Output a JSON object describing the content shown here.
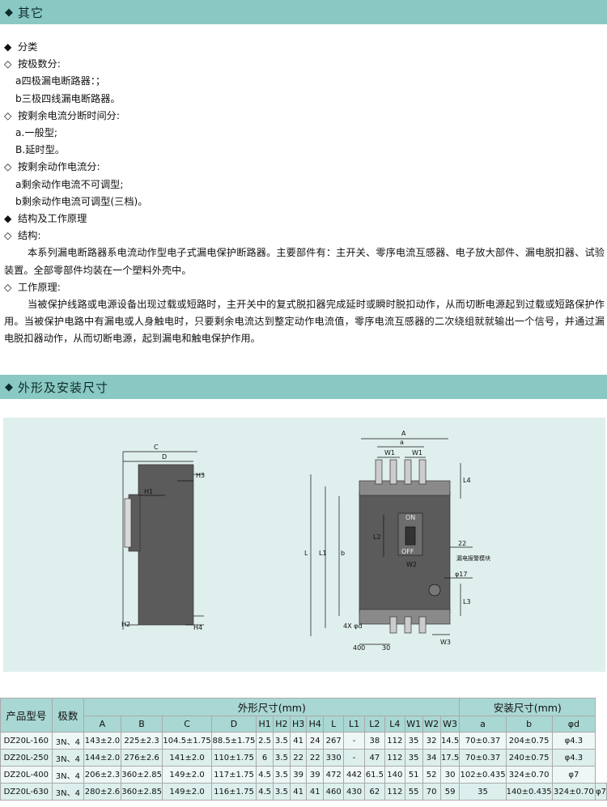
{
  "section1": {
    "title": "其它"
  },
  "lines": [
    {
      "mark": "◆",
      "text": "分类",
      "cls": ""
    },
    {
      "mark": "◇",
      "text": "按极数分:",
      "cls": ""
    },
    {
      "mark": "",
      "text": "a四极漏电断路器：；",
      "cls": "ind"
    },
    {
      "mark": "",
      "text": "b三极四线漏电断路器。",
      "cls": "ind"
    },
    {
      "mark": "◇",
      "text": "按剩余电流分断时间分:",
      "cls": ""
    },
    {
      "mark": "",
      "text": "a.一般型;",
      "cls": "ind"
    },
    {
      "mark": "",
      "text": "B.延时型。",
      "cls": "ind"
    },
    {
      "mark": "◇",
      "text": "按剩余动作电流分:",
      "cls": ""
    },
    {
      "mark": "",
      "text": "a剩余动作电流不可调型;",
      "cls": "ind"
    },
    {
      "mark": "",
      "text": "b剩余动作电流可调型(三档)。",
      "cls": "ind"
    },
    {
      "mark": "◆",
      "text": "结构及工作原理",
      "cls": ""
    },
    {
      "mark": "◇",
      "text": "结构:",
      "cls": ""
    }
  ],
  "para1": "本系列漏电断路器系电流动作型电子式漏电保护断路器。主要部件有：主开关、零序电流互感器、电子放大部件、漏电脱扣器、试验装置。全部零部件均装在一个塑料外壳中。",
  "line_principle": {
    "mark": "◇",
    "text": "工作原理:"
  },
  "para2": "当被保护线路或电源设备出现过载或短路时，主开关中的复式脱扣器完成延时或瞬时脱扣动作，从而切断电源起到过载或短路保护作用。当被保护电路中有漏电或人身触电时，只要剩余电流达到整定动作电流值，零序电流互感器的二次绕组就就输出一个信号，并通过漏电脱扣器动作，从而切断电源，起到漏电和触电保护作用。",
  "section2": {
    "title": "外形及安装尺寸"
  },
  "diagram": {
    "side": {
      "C": "C",
      "D": "D",
      "H1": "H1",
      "H2": "H2",
      "H3": "H3",
      "H4": "H4"
    },
    "front": {
      "A": "A",
      "a": "a",
      "W1a": "W1",
      "W1b": "W1",
      "L4": "L4",
      "L": "L",
      "L1": "L1",
      "b": "b",
      "L2": "L2",
      "ON": "ON",
      "OFF": "OFF",
      "W2": "W2",
      "n22": "22",
      "module": "漏电报警模块",
      "phi17": "φ17",
      "L3": "L3",
      "holes": "4X φd",
      "n400": "400",
      "n30": "30",
      "W3": "W3"
    }
  },
  "table": {
    "h_model": "产品型号",
    "h_poles": "极数",
    "h_outer": "外形尺寸(mm)",
    "h_mount": "安装尺寸(mm)",
    "sub": [
      "A",
      "B",
      "C",
      "D",
      "H1",
      "H2",
      "H3",
      "H4",
      "L",
      "L1",
      "L2",
      "L4",
      "W1",
      "W2",
      "W3",
      "a",
      "b",
      "φd"
    ],
    "rows": [
      [
        "DZ20L-160",
        "3N、4",
        "143±2.0",
        "225±2.3",
        "104.5±1.75",
        "88.5±1.75",
        "2.5",
        "3.5",
        "41",
        "24",
        "267",
        "-",
        "38",
        "112",
        "35",
        "32",
        "14.5",
        "70±0.37",
        "204±0.75",
        "φ4.3"
      ],
      [
        "DZ20L-250",
        "3N、4",
        "144±2.0",
        "276±2.6",
        "141±2.0",
        "110±1.75",
        "6",
        "3.5",
        "22",
        "22",
        "330",
        "-",
        "47",
        "112",
        "35",
        "34",
        "17.5",
        "70±0.37",
        "240±0.75",
        "φ4.3"
      ],
      [
        "DZ20L-400",
        "3N、4",
        "206±2.3",
        "360±2.85",
        "149±2.0",
        "117±1.75",
        "4.5",
        "3.5",
        "39",
        "39",
        "472",
        "442",
        "61.5",
        "140",
        "51",
        "52",
        "30",
        "102±0.435",
        "324±0.70",
        "φ7"
      ],
      [
        "DZ20L-630",
        "3N、4",
        "280±2.6",
        "360±2.85",
        "149±2.0",
        "116±1.75",
        "4.5",
        "3.5",
        "41",
        "41",
        "460",
        "430",
        "62",
        "112",
        "55",
        "70",
        "59",
        "35",
        "140±0.435",
        "324±0.70",
        "φ7"
      ]
    ]
  },
  "colors": {
    "bar": "#8ac9c3",
    "diagram_bg": "#dfefed",
    "breaker": "#5b5b5b"
  }
}
